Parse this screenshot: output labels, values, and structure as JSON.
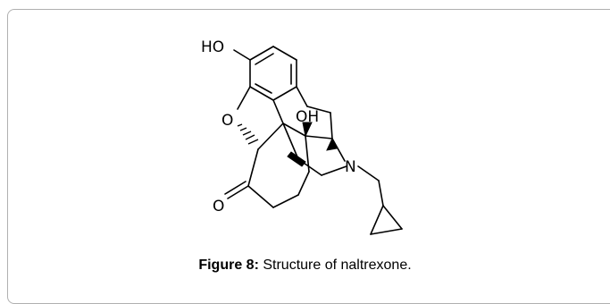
{
  "figure": {
    "caption_label": "Figure 8:",
    "caption_text": "Structure of naltrexone."
  },
  "molecule": {
    "hydroxyl_phenol_label": "HO",
    "ether_oxygen_label": "O",
    "hydroxyl_bridge_label": "OH",
    "nitrogen_label": "N",
    "ketone_oxygen_label": "O"
  }
}
